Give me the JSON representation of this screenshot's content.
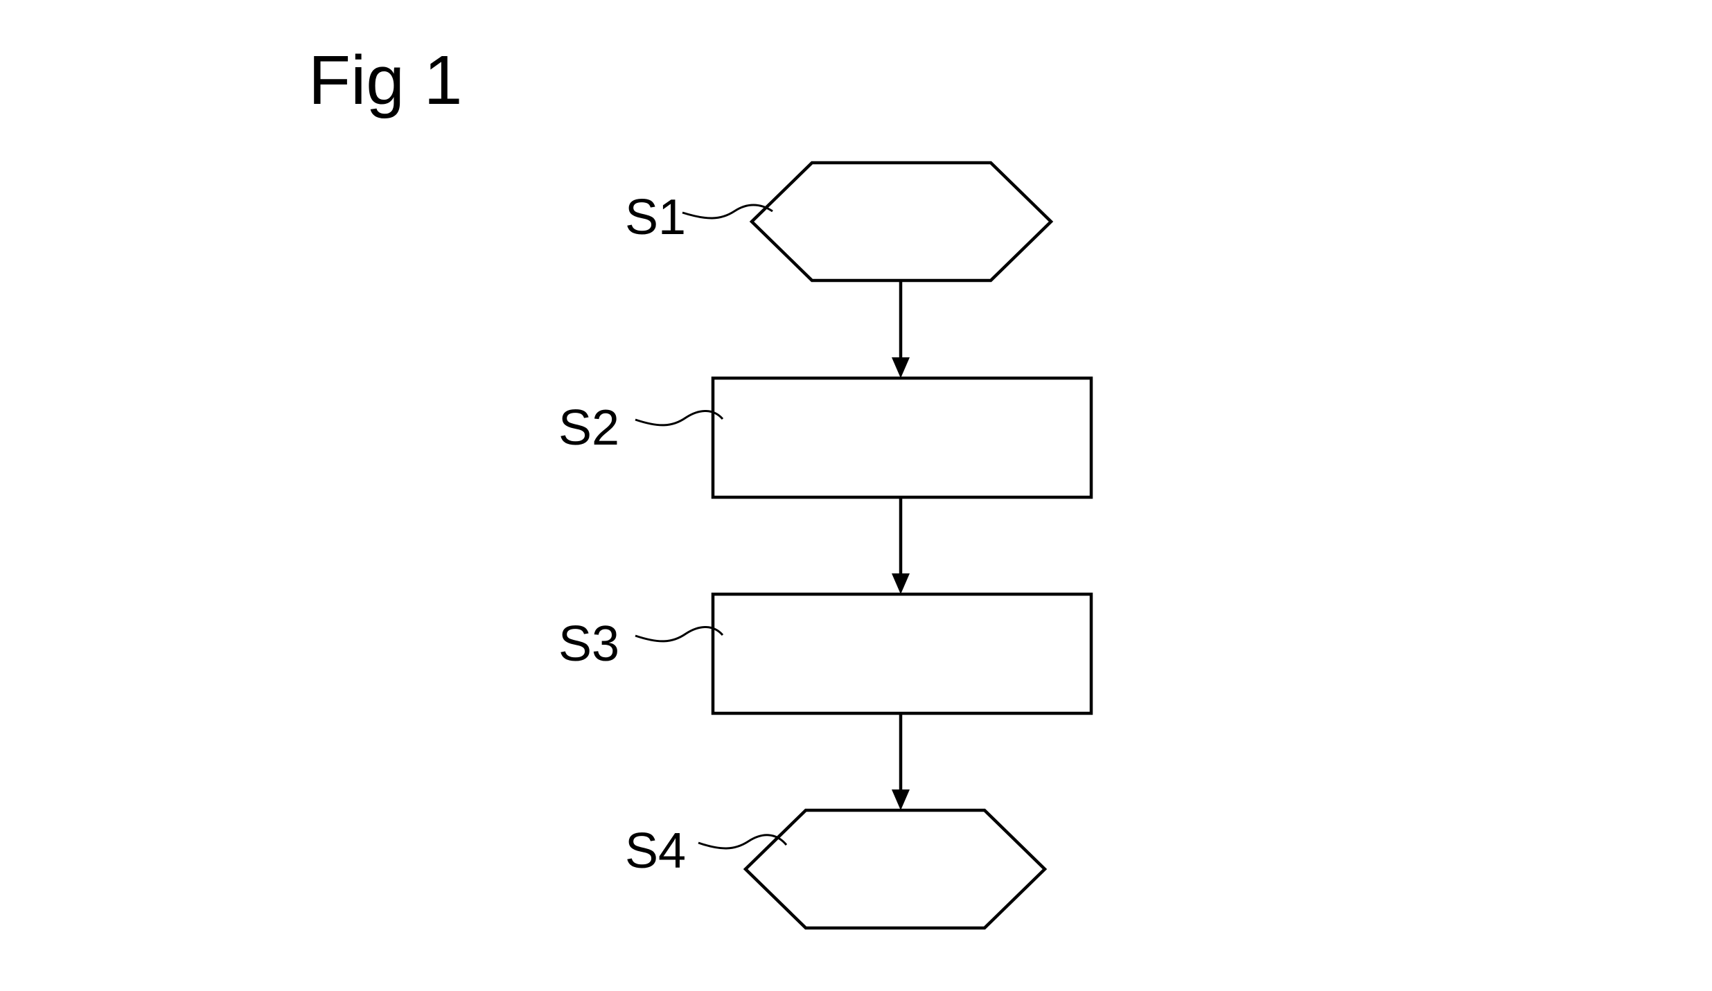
{
  "figure": {
    "title": "Fig 1"
  },
  "steps": [
    {
      "id": "S1",
      "label": "S1",
      "shape": "hexagon"
    },
    {
      "id": "S2",
      "label": "S2",
      "shape": "rectangle"
    },
    {
      "id": "S3",
      "label": "S3",
      "shape": "rectangle"
    },
    {
      "id": "S4",
      "label": "S4",
      "shape": "hexagon"
    }
  ],
  "edges": [
    {
      "from": "S1",
      "to": "S2"
    },
    {
      "from": "S2",
      "to": "S3"
    },
    {
      "from": "S3",
      "to": "S4"
    }
  ],
  "colors": {
    "line": "#000000",
    "background": "#ffffff"
  }
}
